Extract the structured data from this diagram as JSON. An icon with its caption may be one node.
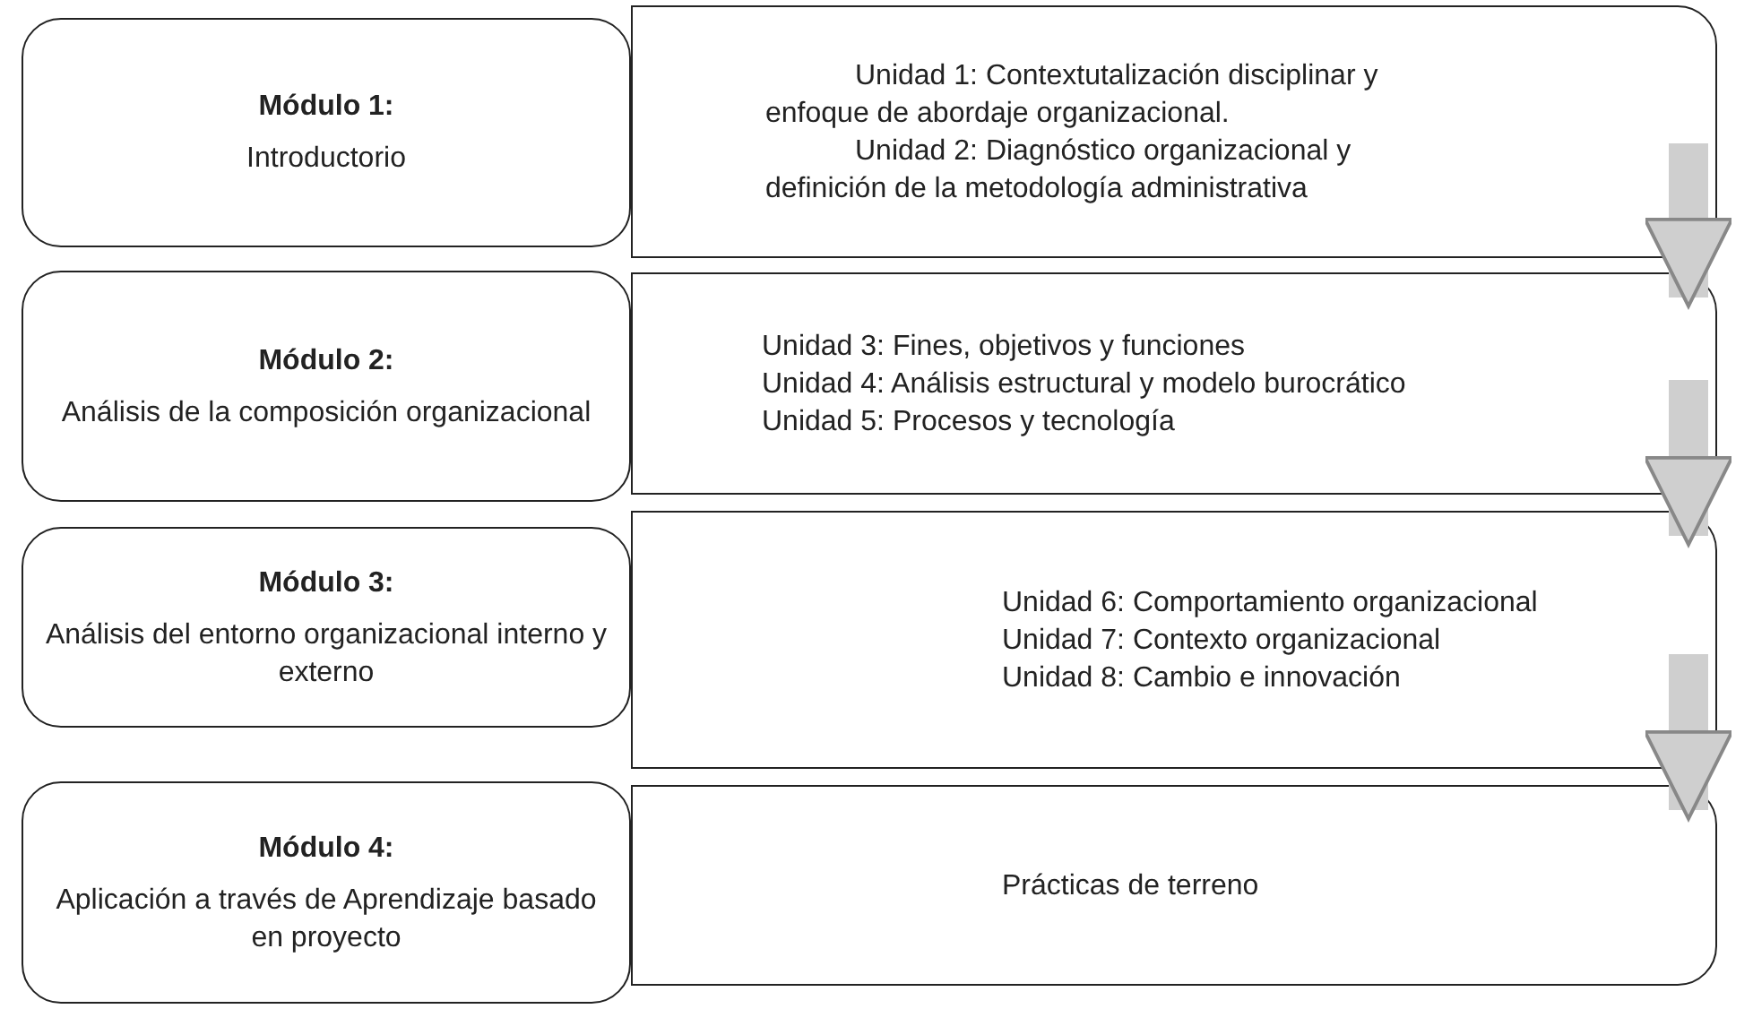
{
  "diagram": {
    "nodes": [
      {
        "text": [
          "Módulo 1:",
          "Introductorio"
        ]
      },
      {
        "text": [
          "Unidad 1: Contextutalización disciplinar y enfoque de abordaje organizacional.",
          "Unidad 2: Diagnóstico organizacional y definición de la metodología administrativa"
        ]
      },
      {
        "text": [
          "Módulo 2:",
          "Análisis de la composición organizacional"
        ]
      },
      {
        "text": [
          "Unidad 3: Fines, objetivos y funciones",
          "Unidad 4: Análisis estructural y modelo burocrático",
          "Unidad 5: Procesos y tecnología"
        ]
      },
      {
        "text": [
          "Módulo 3:",
          "Análisis del entorno organizacional interno y externo"
        ]
      },
      {
        "text": [
          "Unidad 6: Comportamiento organizacional",
          "Unidad 7: Contexto organizacional",
          "Unidad 8: Cambio e innovación"
        ]
      },
      {
        "text": [
          "Módulo 4:",
          "Aplicación a través de Aprendizaje basado en proyecto"
        ]
      },
      {
        "text": [
          "Prácticas de terreno"
        ]
      }
    ],
    "edges": [
      {
        "from": 1,
        "to": 3,
        "arrow": "to"
      },
      {
        "from": 3,
        "to": 5,
        "arrow": "to"
      },
      {
        "from": 5,
        "to": 7,
        "arrow": "to"
      }
    ]
  }
}
